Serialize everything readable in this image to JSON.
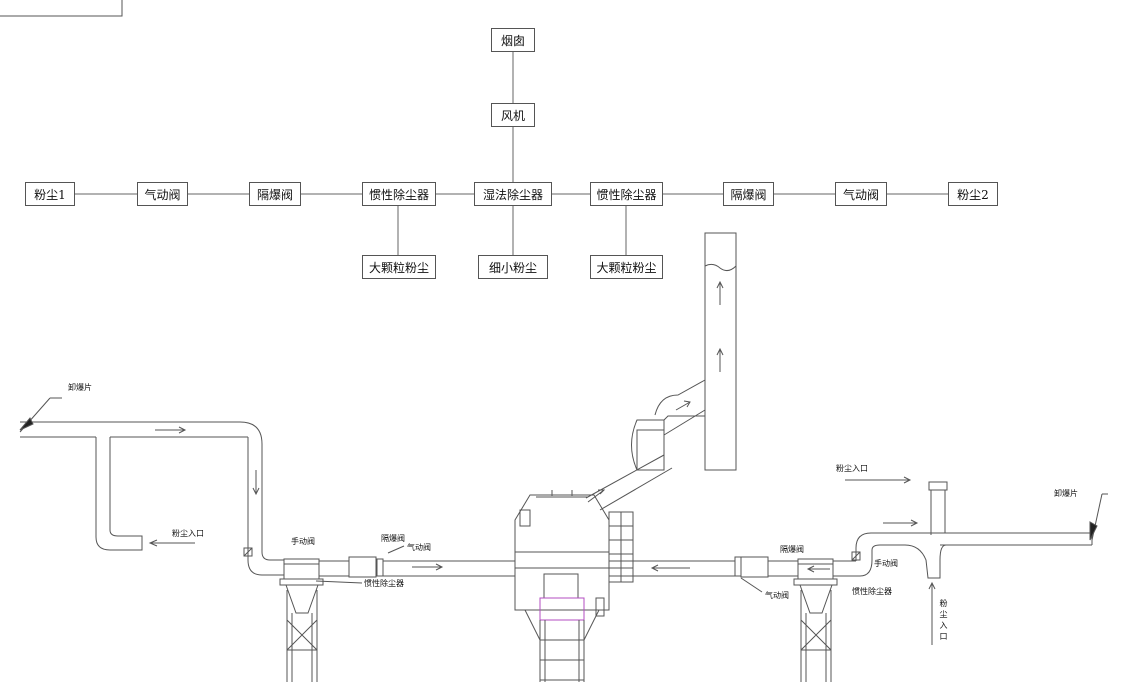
{
  "flow": {
    "chimney": "烟囱",
    "fan": "风机",
    "wet_collector": "湿法除尘器",
    "fine_dust": "细小粉尘",
    "left": {
      "source": "粉尘1",
      "pneumatic_valve": "气动阀",
      "explosion_valve": "隔爆阀",
      "inertial_collector": "惯性除尘器",
      "coarse_dust": "大颗粒粉尘"
    },
    "right": {
      "source": "粉尘2",
      "pneumatic_valve": "气动阀",
      "explosion_valve": "隔爆阀",
      "inertial_collector": "惯性除尘器",
      "coarse_dust": "大颗粒粉尘"
    }
  },
  "drawing": {
    "left": {
      "relief": "卸爆片",
      "inlet": "粉尘入口",
      "manual_valve": "手动阀",
      "explosion_valve": "隔爆阀",
      "pneumatic_valve": "气动阀",
      "inertial_collector": "惯性除尘器"
    },
    "right": {
      "relief": "卸爆片",
      "inlet_top": "粉尘入口",
      "inlet_vertical": "粉尘入口",
      "manual_valve": "手动阀",
      "explosion_valve": "隔爆阀",
      "pneumatic_valve": "气动阀",
      "inertial_collector": "惯性除尘器"
    }
  }
}
